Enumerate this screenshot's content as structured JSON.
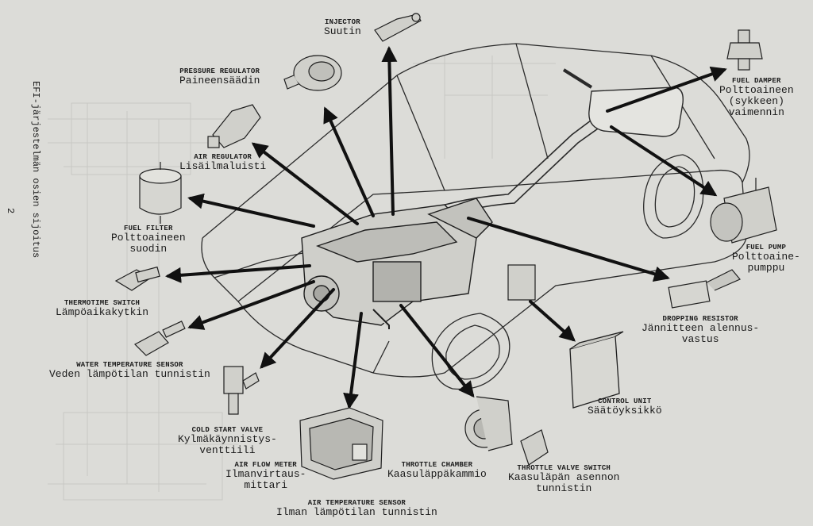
{
  "side_text": "EFI-järjestelmän osien sijoitus",
  "page_number": "2",
  "components": {
    "injector": {
      "en": "INJECTOR",
      "fi": "Suutin"
    },
    "pressure_regulator": {
      "en": "PRESSURE REGULATOR",
      "fi": "Paineensäädin"
    },
    "air_regulator": {
      "en": "AIR REGULATOR",
      "fi": "Lisäilmaluisti"
    },
    "fuel_filter": {
      "en": "FUEL FILTER",
      "fi1": "Polttoaineen",
      "fi2": "suodin"
    },
    "thermotime_switch": {
      "en": "THERMOTIME SWITCH",
      "fi": "Lämpöaikakytkin"
    },
    "water_temp_sensor": {
      "en": "WATER TEMPERATURE SENSOR",
      "fi": "Veden lämpötilan tunnistin"
    },
    "cold_start_valve": {
      "en": "COLD START VALVE",
      "fi1": "Kylmäkäynnistys-",
      "fi2": "venttiili"
    },
    "air_flow_meter": {
      "en": "AIR FLOW METER",
      "fi1": "Ilmanvirtaus-",
      "fi2": "mittari"
    },
    "air_temp_sensor": {
      "en": "AIR TEMPERATURE SENSOR",
      "fi": "Ilman lämpötilan tunnistin"
    },
    "throttle_chamber": {
      "en": "THROTTLE CHAMBER",
      "fi": "Kaasuläppäkammio"
    },
    "throttle_valve_switch": {
      "en": "THROTTLE VALVE SWITCH",
      "fi1": "Kaasuläpän asennon",
      "fi2": "tunnistin"
    },
    "control_unit": {
      "en": "CONTROL UNIT",
      "fi": "Säätöyksikkö"
    },
    "dropping_resistor": {
      "en": "DROPPING RESISTOR",
      "fi1": "Jännitteen alennus-",
      "fi2": "vastus"
    },
    "fuel_pump": {
      "en": "FUEL PUMP",
      "fi1": "Polttoaine-",
      "fi2": "pumppu"
    },
    "fuel_damper": {
      "en": "FUEL DAMPER",
      "fi1": "Polttoaineen",
      "fi2": "(sykkeen)",
      "fi3": "vaimennin"
    }
  }
}
